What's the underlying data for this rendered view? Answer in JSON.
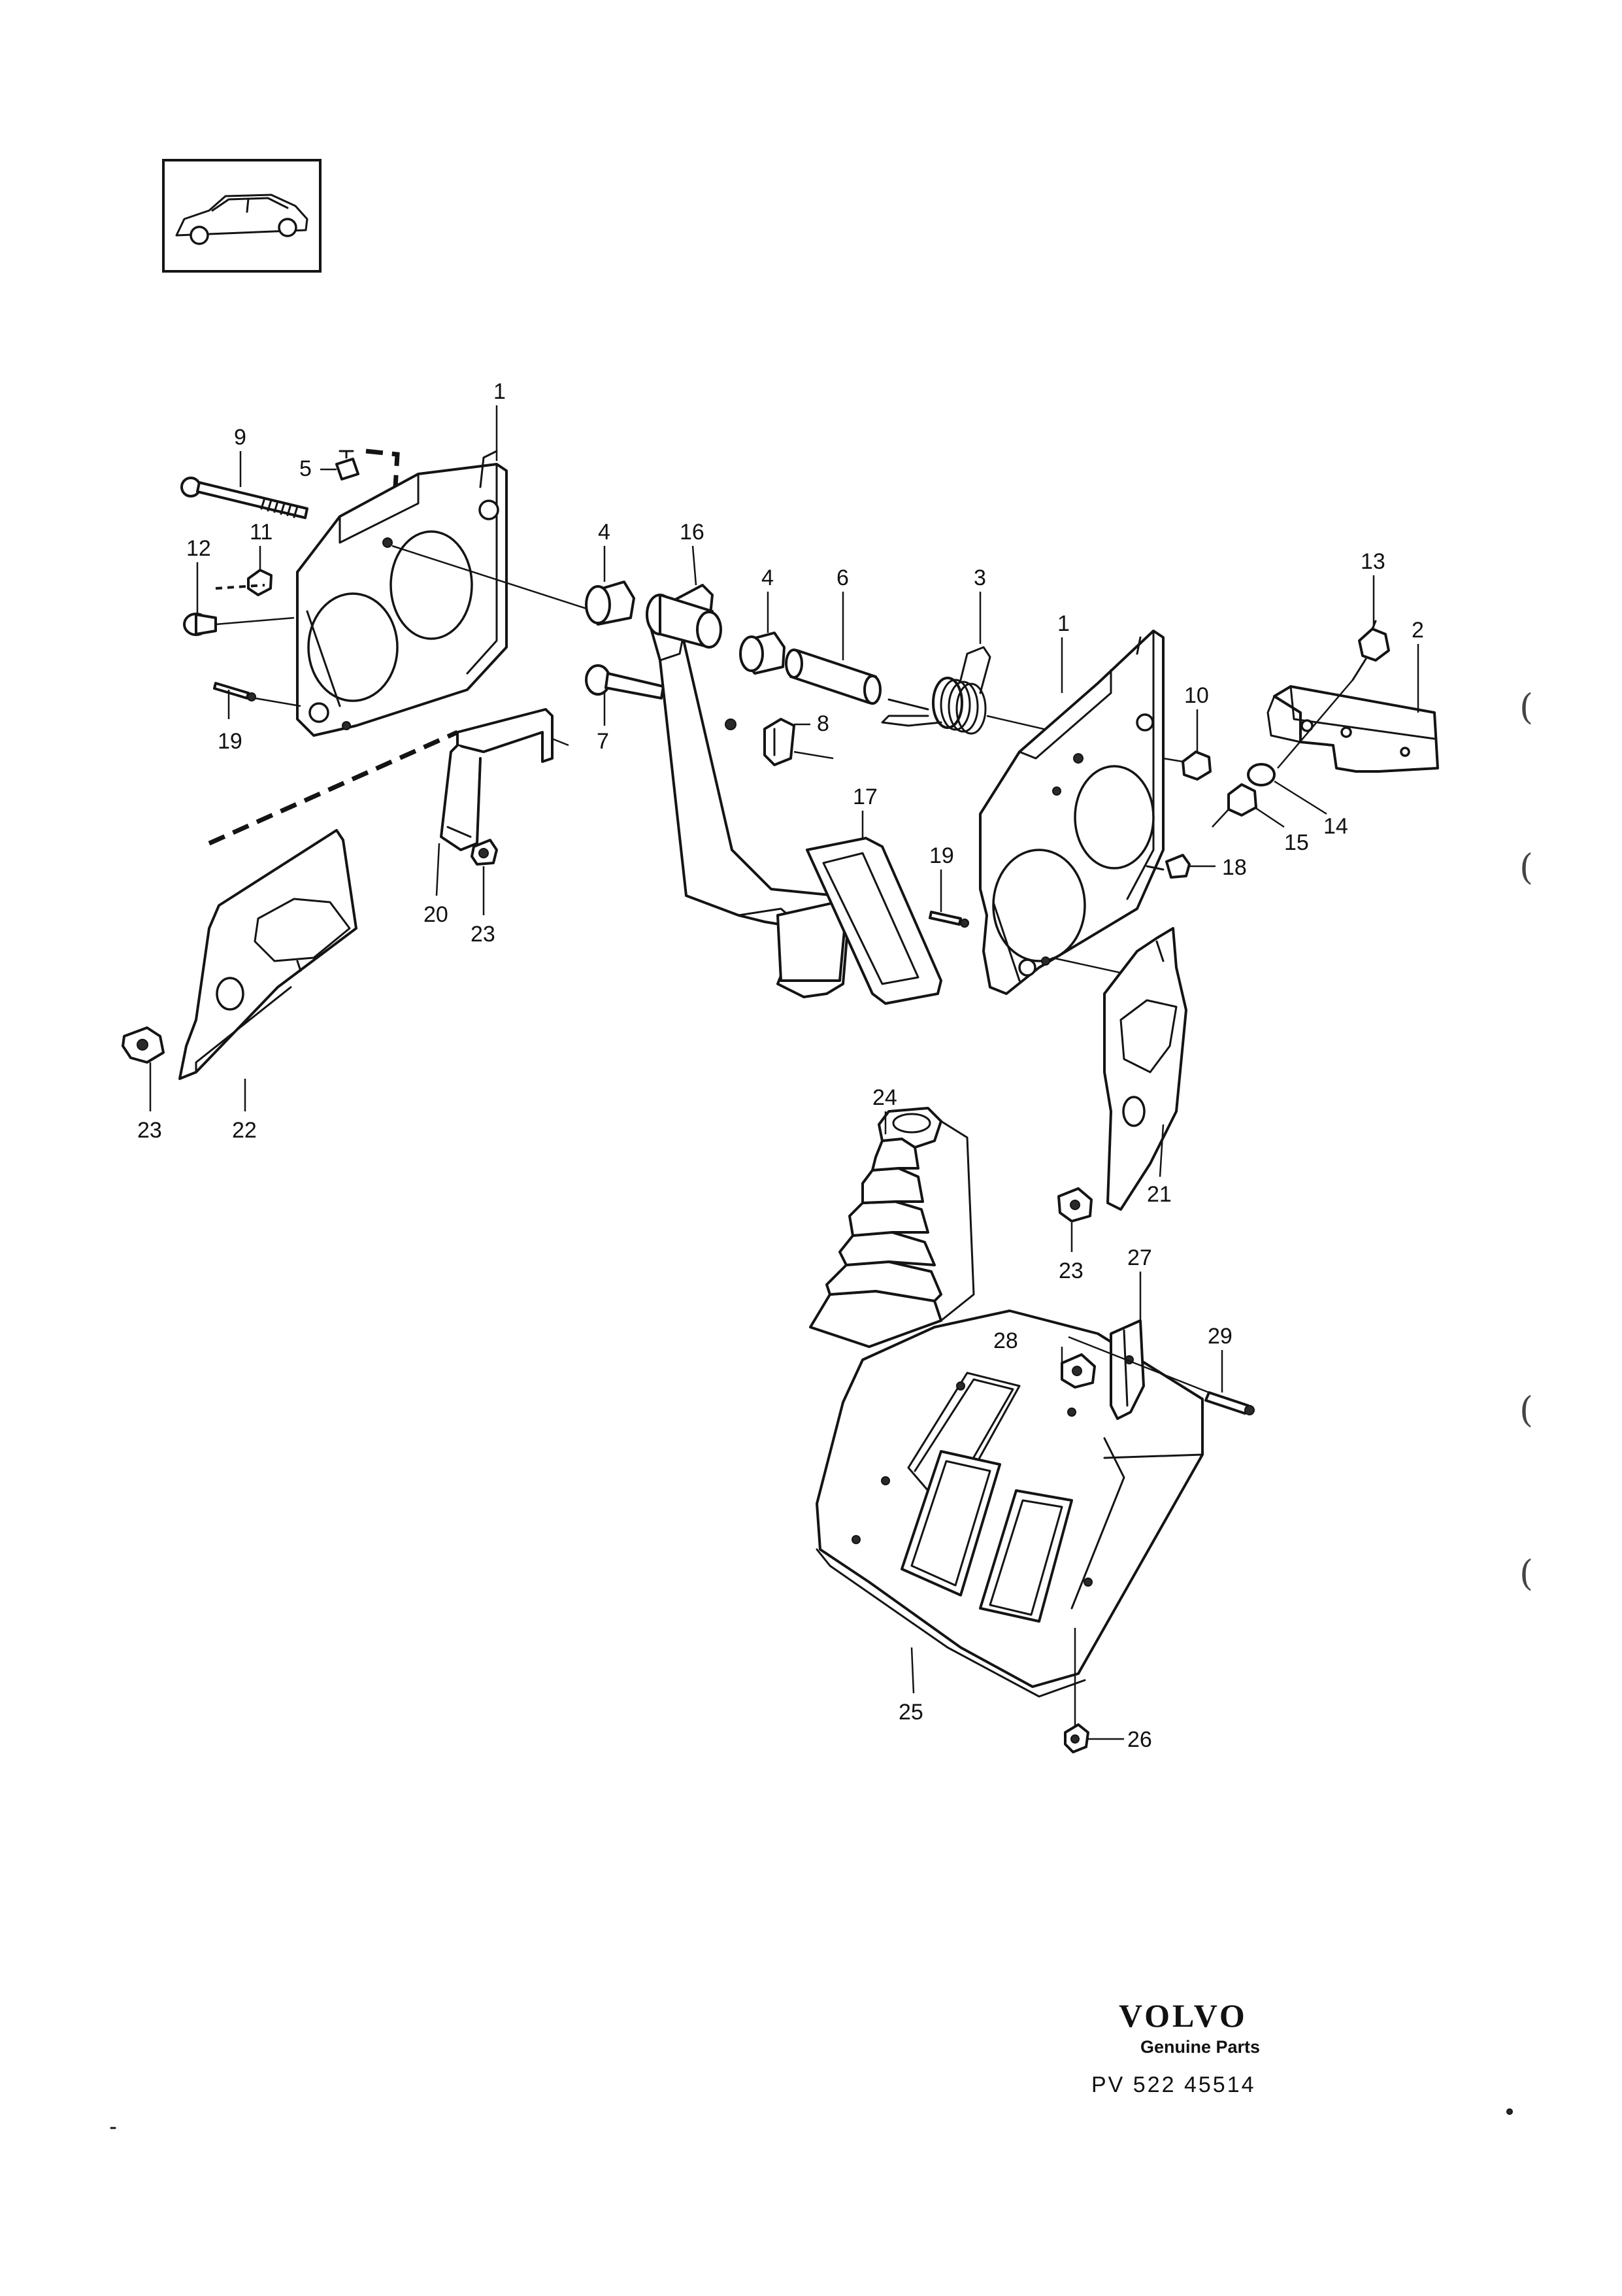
{
  "callouts": {
    "c1a": "1",
    "c1b": "1",
    "c2": "2",
    "c3": "3",
    "c4a": "4",
    "c4b": "4",
    "c5": "5",
    "c6": "6",
    "c7": "7",
    "c8": "8",
    "c9": "9",
    "c10": "10",
    "c11": "11",
    "c12": "12",
    "c13": "13",
    "c14": "14",
    "c15": "15",
    "c16": "16",
    "c17": "17",
    "c18": "18",
    "c19a": "19",
    "c19b": "19",
    "c20": "20",
    "c21": "21",
    "c22": "22",
    "c23a": "23",
    "c23b": "23",
    "c23c": "23",
    "c24": "24",
    "c25": "25",
    "c26": "26",
    "c27": "27",
    "c28": "28",
    "c29": "29"
  },
  "footer": {
    "brand": "VOLVO",
    "subtitle": "Genuine Parts",
    "part_number": "PV 522 45514"
  },
  "margin_marks": [
    "(",
    "(",
    "(",
    "("
  ]
}
